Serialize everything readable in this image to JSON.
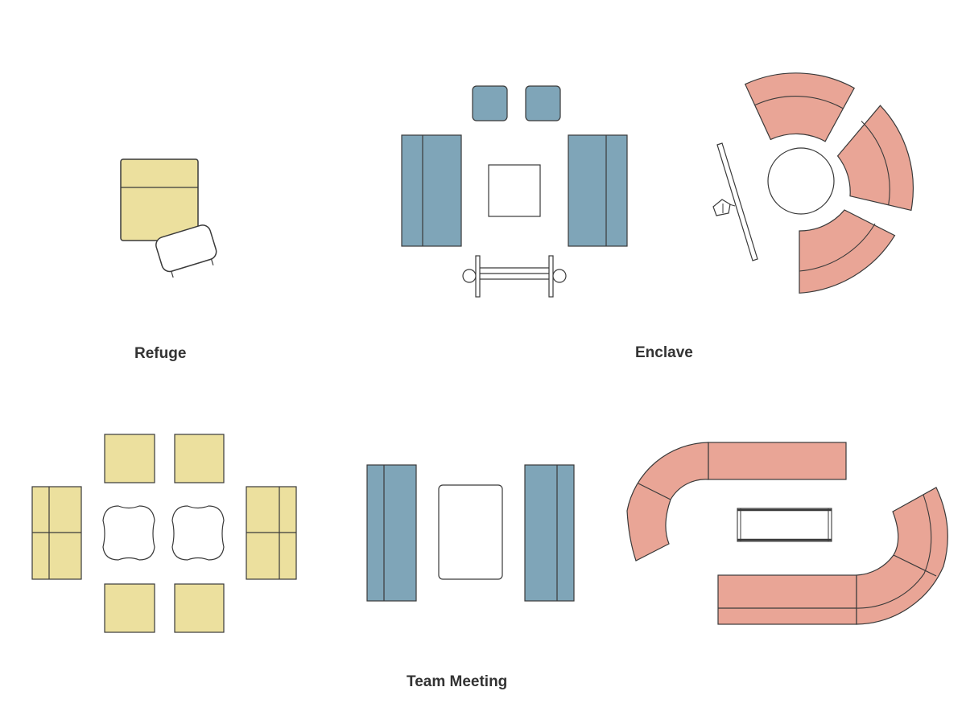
{
  "labels": {
    "refuge": "Refuge",
    "enclave": "Enclave",
    "team_meeting": "Team Meeting"
  },
  "colors": {
    "yellow": "#ECE09E",
    "blue": "#7FA5B8",
    "salmon": "#E9A596",
    "outline": "#3a3a3a",
    "text": "#333333"
  }
}
